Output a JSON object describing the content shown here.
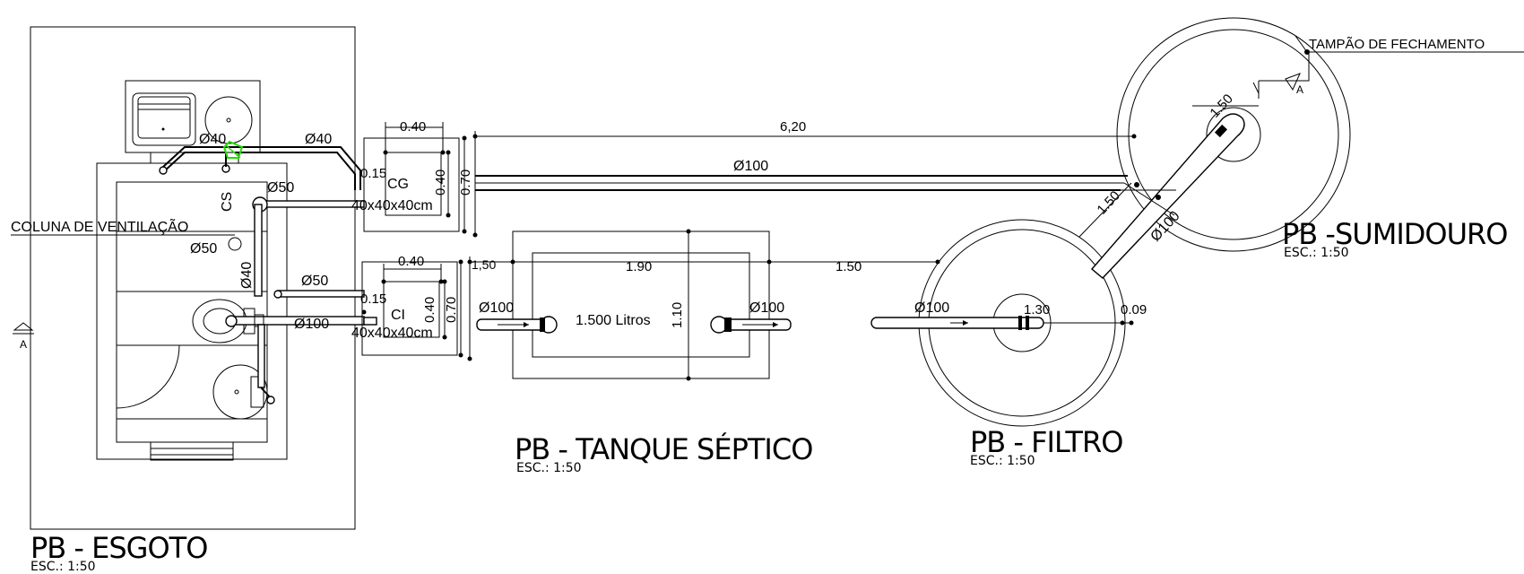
{
  "drawing": {
    "esgoto": {
      "title": "PB - ESGOTO",
      "scale": "ESC.: 1:50",
      "labels": {
        "d40_a": "Ø40",
        "d40_b": "Ø40",
        "d50_a": "Ø50",
        "d50_b": "Ø50",
        "d50_c": "Ø50",
        "d40_v": "Ø40",
        "d100": "Ø100",
        "cs": "CS",
        "coluna": "COLUNA DE VENTILAÇÃO",
        "section_mark": "A"
      }
    },
    "cg": {
      "label": "CG",
      "size": "40x40x40cm",
      "dim_w": "0.40",
      "dim_h_inner": "0.40",
      "dim_h_outer": "0.70",
      "dim_015": "0.15"
    },
    "ci": {
      "label": "CI",
      "size": "40x40x40cm",
      "dim_w": "0.40",
      "dim_h_inner": "0.40",
      "dim_h_outer": "0.70",
      "dim_015": "0.15"
    },
    "main_pipe": {
      "dim_length": "6,20",
      "diameter": "Ø100"
    },
    "tanque": {
      "title": "PB - TANQUE SÉPTICO",
      "scale": "ESC.: 1:50",
      "capacity": "1.500 Litros",
      "dim_length": "1.90",
      "dim_width": "1.10",
      "dim_left": "1,50",
      "pipe_in": "Ø100",
      "pipe_out": "Ø100"
    },
    "filtro": {
      "title": "PB - FILTRO",
      "scale": "ESC.: 1:50",
      "dim_inner": "1.30",
      "dim_wall": "0.09",
      "pipe_in": "Ø100",
      "dim_gap": "1.50"
    },
    "sumidouro": {
      "title": "PB -SUMIDOURO",
      "scale": "ESC.: 1:50",
      "tampao": "TAMPÃO DE FECHAMENTO",
      "dim_inner": "1.50",
      "dim_diag": "1.50",
      "pipe": "Ø100",
      "section_mark": "A"
    }
  }
}
